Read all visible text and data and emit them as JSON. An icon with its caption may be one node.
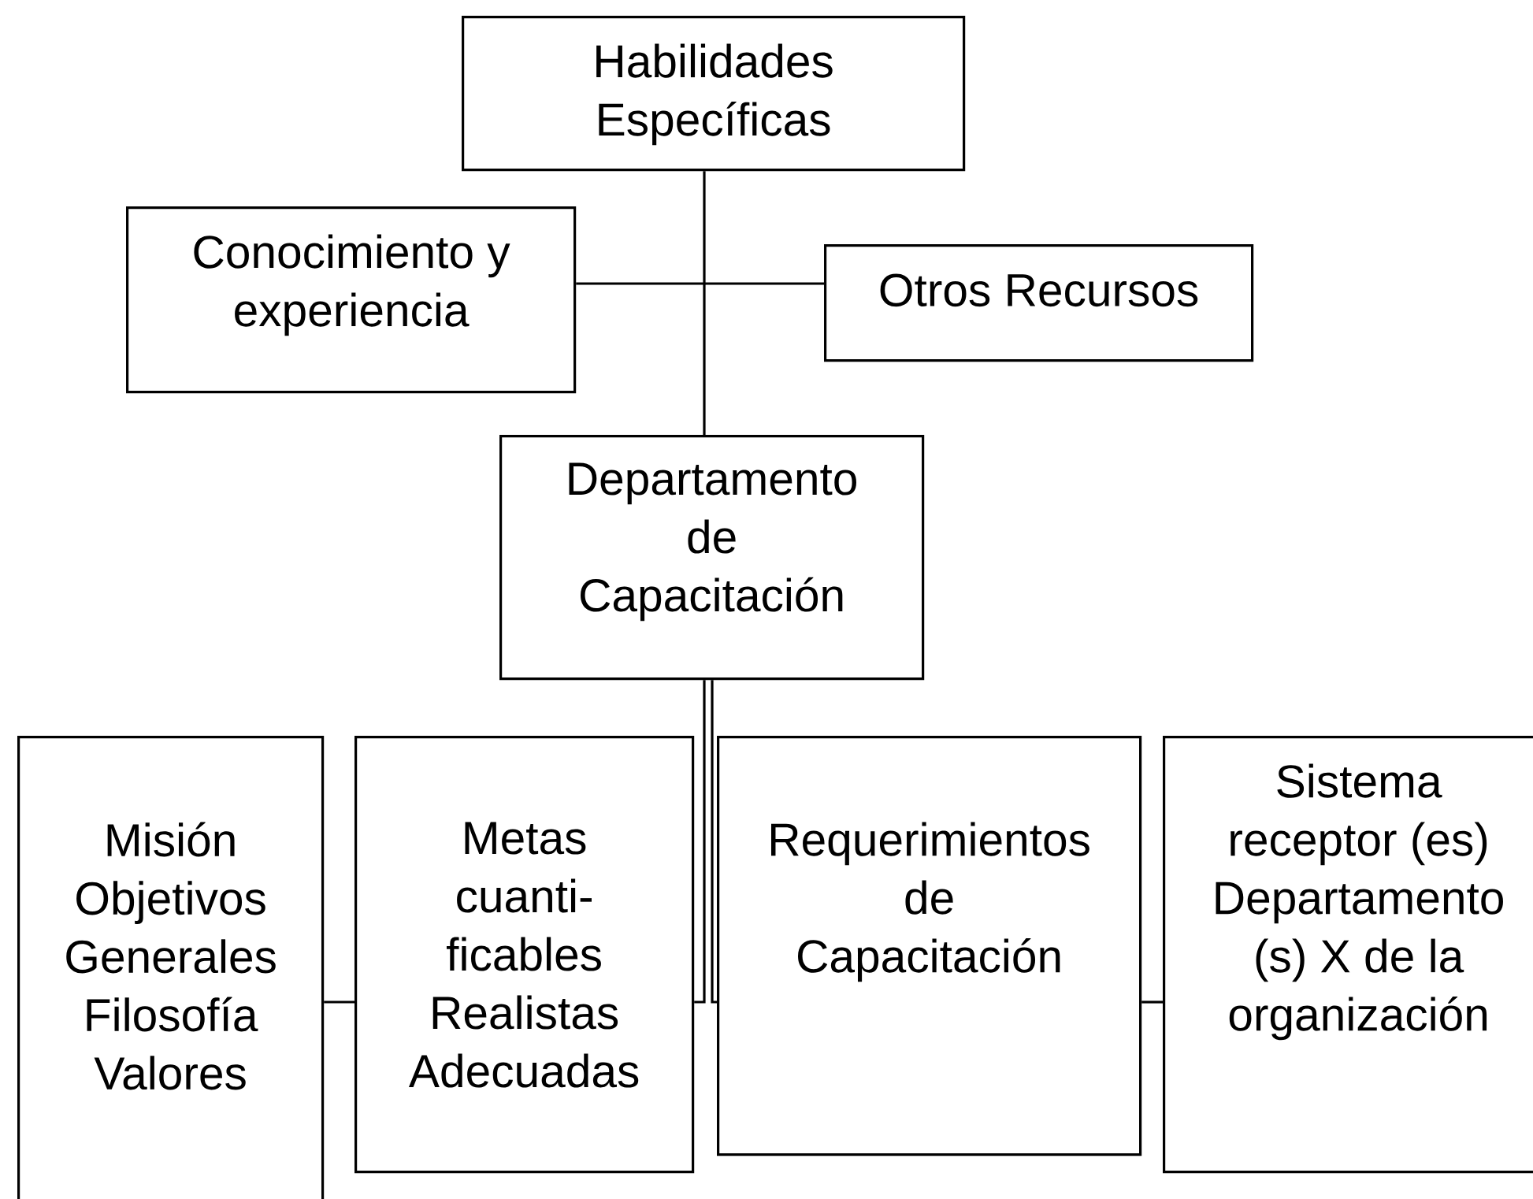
{
  "diagram": {
    "nodes": [
      {
        "text": [
          "Habilidades Específicas"
        ]
      },
      {
        "text": [
          "Conocimiento y experiencia"
        ]
      },
      {
        "text": [
          "Otros Recursos"
        ]
      },
      {
        "text": [
          "Departamento de Capacitación"
        ]
      },
      {
        "text": [
          "Misión Objetivos Generales Filosofía Valores"
        ]
      },
      {
        "text": [
          "Metas cuanti-ficables Realistas Adecuadas"
        ]
      },
      {
        "text": [
          "Requerimientos de Capacitación"
        ]
      },
      {
        "text": [
          "Sistema receptor (es) Departamento (s) X de la organización"
        ]
      }
    ],
    "edges": [
      {
        "from": 0,
        "to": 3,
        "arrow": "none"
      },
      {
        "from": 1,
        "to": 2,
        "arrow": "none"
      },
      {
        "from": 4,
        "to": 5,
        "arrow": "none"
      },
      {
        "from": 3,
        "to": 5,
        "arrow": "none"
      },
      {
        "from": 3,
        "to": 6,
        "arrow": "none"
      },
      {
        "from": 6,
        "to": 7,
        "arrow": "none"
      }
    ]
  }
}
